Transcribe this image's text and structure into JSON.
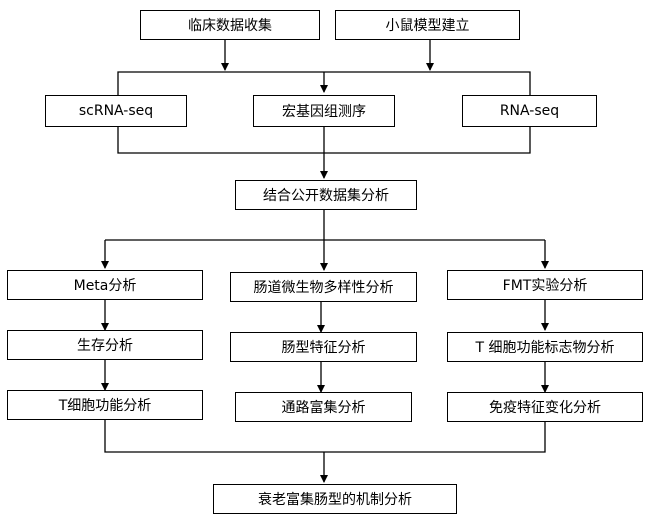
{
  "top": {
    "clinical": "临床数据收集",
    "mouse": "小鼠模型建立"
  },
  "sequencing": {
    "scrna": "scRNA-seq",
    "metagenome": "宏基因组测序",
    "rnaseq": "RNA-seq"
  },
  "integrate": "结合公开数据集分析",
  "columns": {
    "left": [
      "Meta分析",
      "生存分析",
      "T细胞功能分析"
    ],
    "middle": [
      "肠道微生物多样性分析",
      "肠型特征分析",
      "通路富集分析"
    ],
    "right": [
      "FMT实验分析",
      "T 细胞功能标志物分析",
      "免疫特征变化分析"
    ]
  },
  "final": "衰老富集肠型的机制分析"
}
